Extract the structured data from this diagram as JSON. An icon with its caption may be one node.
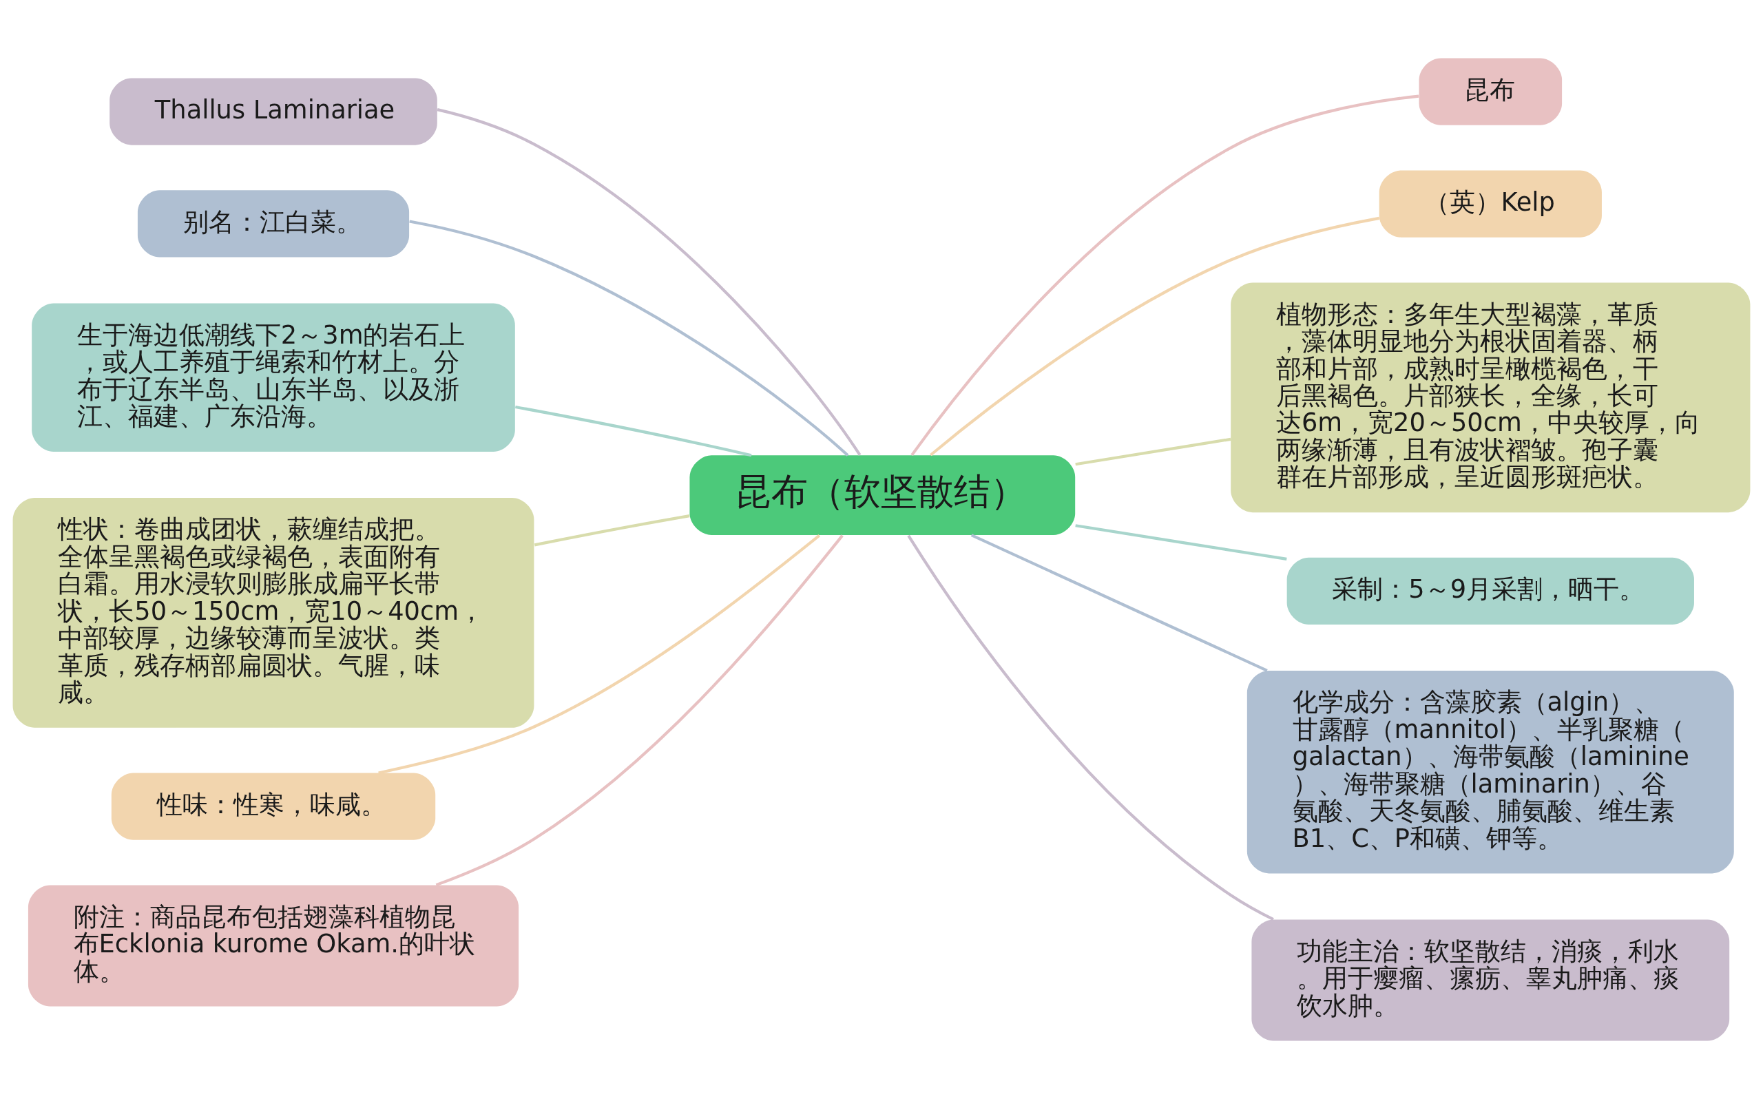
{
  "diagram": {
    "nodes": [
      {
        "text": [
          "昆布（软坚散结）"
        ]
      },
      {
        "text": [
          "Thallus Laminariae"
        ]
      },
      {
        "text": [
          "别名：江白菜。"
        ]
      },
      {
        "text": [
          "生于海边低潮线下2～3m的岩石上，或人工养殖于绳索和竹材上。分布于辽东半岛、山东半岛、以及浙江、福建、广东沿海。"
        ]
      },
      {
        "text": [
          "性状：卷曲成团状，蔌缠结成把。全体呈黑褐色或绿褐色，表面附有白霜。用水浸软则膨胀成扁平长带状，长50～150cm，宽10～40cm，中部较厚，边缘较薄而呈波状。类革质，残存柄部扁圆状。气腥，味咸。"
        ]
      },
      {
        "text": [
          "性味：性寒，味咸。"
        ]
      },
      {
        "text": [
          "附注：商品昆布包括翅藻科植物昆布Ecklonia kurome Okam.的叶状体。"
        ]
      },
      {
        "text": [
          "昆布"
        ]
      },
      {
        "text": [
          "（英）Kelp"
        ]
      },
      {
        "text": [
          "植物形态：多年生大型褐藻，革质，藻体明显地分为根状固着器、柄部和片部，成熟时呈橄榄褐色，干后黑褐色。片部狭长，全缘，长可达6m，宽20～50cm，中央较厚，向两缘渐薄，且有波状褶皱。孢子囊群在片部形成，呈近圆形斑疤状。"
        ]
      },
      {
        "text": [
          "采制：5～9月采割，晒干。"
        ]
      },
      {
        "text": [
          "化学成分：含藻胶素（algin）、甘露醇（mannitol）、半乳聚糖（galactan）、海带氨酸（laminine）、海带聚糖（laminarin）、谷氨酸、天冬氨酸、脯氨酸、维生素B1、C、P和磺、钾等。"
        ]
      },
      {
        "text": [
          "功能主治：软坚散结，消痰，利水。用于瘿瘤、瘰疬、睾丸肿痛、痰饮水肿。"
        ]
      }
    ],
    "edges": [
      {
        "from": 0,
        "to": 1,
        "arrow": "none",
        "color": "#c9bccd"
      },
      {
        "from": 0,
        "to": 2,
        "arrow": "none",
        "color": "#afbfd2"
      },
      {
        "from": 0,
        "to": 3,
        "arrow": "none",
        "color": "#a8d5cc"
      },
      {
        "from": 0,
        "to": 4,
        "arrow": "none",
        "color": "#d8dcac"
      },
      {
        "from": 0,
        "to": 5,
        "arrow": "none",
        "color": "#f2d5ae"
      },
      {
        "from": 0,
        "to": 6,
        "arrow": "none",
        "color": "#e8c1c2"
      },
      {
        "from": 0,
        "to": 7,
        "arrow": "none",
        "color": "#e8c1c2"
      },
      {
        "from": 0,
        "to": 8,
        "arrow": "none",
        "color": "#f2d5ae"
      },
      {
        "from": 0,
        "to": 9,
        "arrow": "none",
        "color": "#d8dcac"
      },
      {
        "from": 0,
        "to": 10,
        "arrow": "none",
        "color": "#a8d5cc"
      },
      {
        "from": 0,
        "to": 11,
        "arrow": "none",
        "color": "#afbfd2"
      },
      {
        "from": 0,
        "to": 12,
        "arrow": "none",
        "color": "#c9bccd"
      }
    ]
  }
}
